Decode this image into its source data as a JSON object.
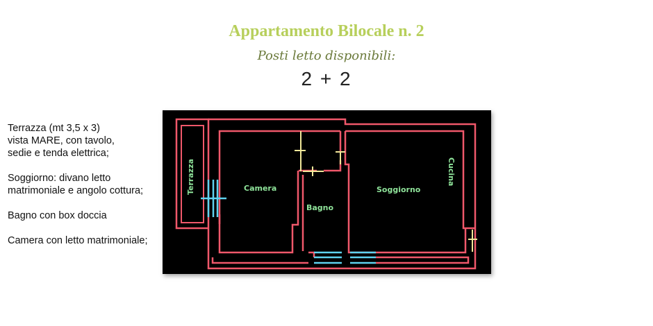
{
  "header": {
    "title": "Appartamento Bilocale n. 2",
    "subtitle": "Posti letto disponibili:",
    "beds": "2 + 2"
  },
  "description": [
    {
      "lines": [
        "Terrazza (mt 3,5 x 3)",
        "vista MARE, con tavolo,",
        " sedie e tenda elettrica;"
      ]
    },
    {
      "lines": [
        "Soggiorno: divano letto",
        "matrimoniale e angolo cottura;"
      ]
    },
    {
      "lines": [
        "Bagno con box doccia"
      ]
    },
    {
      "lines": [
        "Camera con letto matrimoniale;"
      ]
    }
  ],
  "floorplan": {
    "rooms": {
      "terrace": "Terrazza",
      "bedroom": "Camera",
      "bathroom": "Bagno",
      "living": "Soggiorno",
      "kitchen": "Cucina"
    },
    "colors": {
      "background": "#000000",
      "walls": "#f0586b",
      "windows": "#5fd3f0",
      "doors": "#f2e89a",
      "labels": "#8fe39a"
    }
  }
}
